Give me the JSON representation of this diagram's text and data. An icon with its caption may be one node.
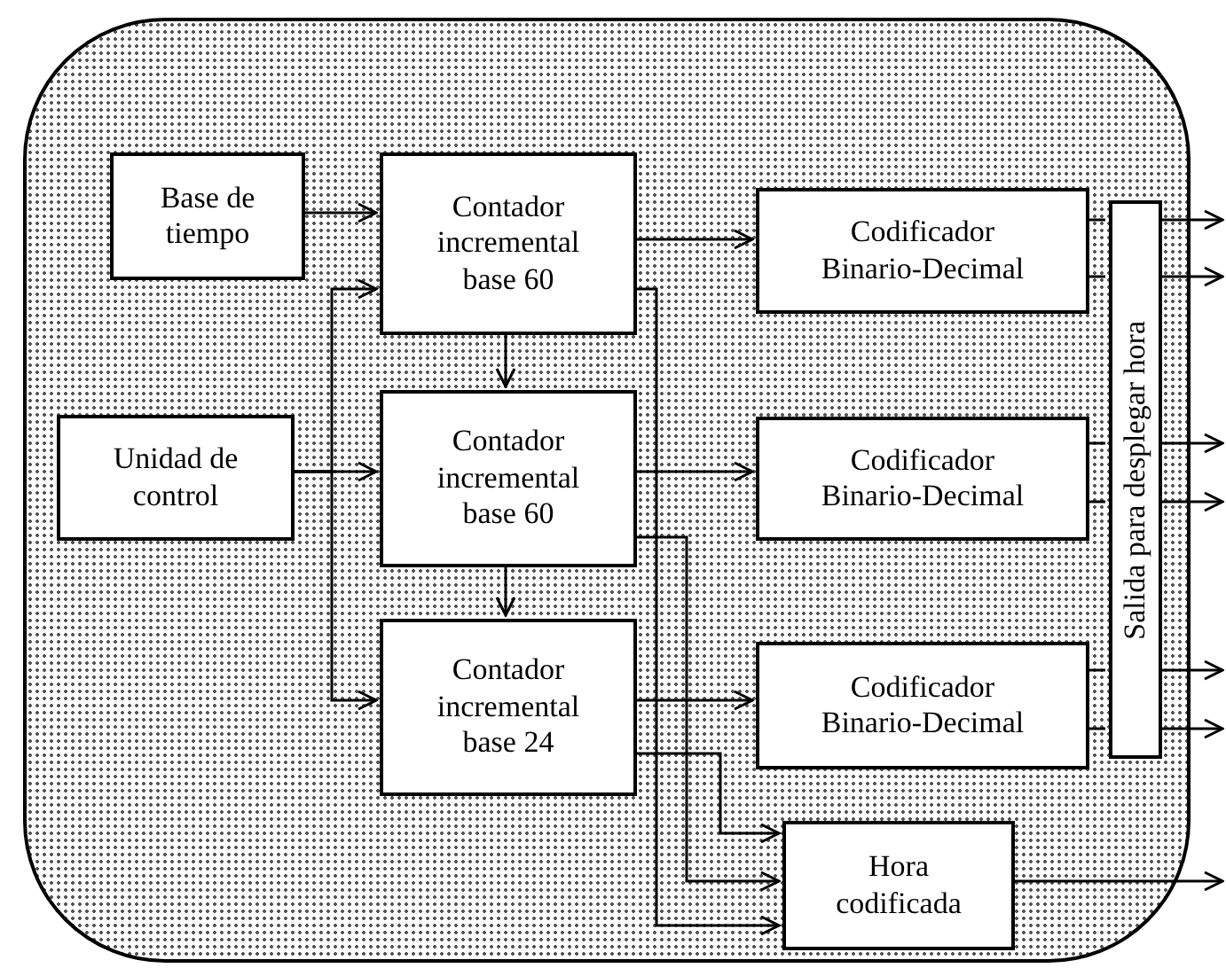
{
  "diagram": {
    "nodes": [
      {
        "text": [],
        "shape": "box"
      },
      {
        "text": [
          "Base de tiempo"
        ],
        "in": 0
      },
      {
        "text": [
          "Contador incremental base 60"
        ],
        "in": 0
      },
      {
        "text": [
          "Codificador Binario-Decimal"
        ],
        "in": 0
      },
      {
        "text": [
          "Salida para desplegar hora"
        ],
        "in": 0
      },
      {
        "text": [
          "Unidad de control"
        ],
        "in": 0
      },
      {
        "text": [
          "Contador incremental base 60"
        ],
        "in": 0
      },
      {
        "text": [
          "Codificador Binario-Decimal"
        ],
        "in": 0
      },
      {
        "text": [
          "Contador incremental base 24"
        ],
        "in": 0
      },
      {
        "text": [
          "Codificador Binario-Decimal"
        ],
        "in": 0
      },
      {
        "text": [
          "Hora codificada"
        ],
        "in": 0
      }
    ],
    "edges": [
      {
        "from": 1,
        "to": 2,
        "arrow": "to"
      },
      {
        "from": 5,
        "to": 2,
        "arrow": "to"
      },
      {
        "from": 5,
        "to": 6,
        "arrow": "to"
      },
      {
        "from": 5,
        "to": 8,
        "arrow": "to"
      },
      {
        "from": 2,
        "to": 6,
        "arrow": "to"
      },
      {
        "from": 6,
        "to": 8,
        "arrow": "to"
      },
      {
        "from": 2,
        "to": 3,
        "arrow": "to"
      },
      {
        "from": 6,
        "to": 7,
        "arrow": "to"
      },
      {
        "from": 8,
        "to": 9,
        "arrow": "to"
      },
      {
        "from": 2,
        "to": 10,
        "arrow": "to"
      },
      {
        "from": 6,
        "to": 10,
        "arrow": "to"
      },
      {
        "from": 8,
        "to": 10,
        "arrow": "to"
      },
      {
        "from": 3,
        "to": 4,
        "arrow": "none"
      },
      {
        "from": 3,
        "to": 4,
        "arrow": "none"
      },
      {
        "from": 7,
        "to": 4,
        "arrow": "none"
      },
      {
        "from": 7,
        "to": 4,
        "arrow": "none"
      },
      {
        "from": 9,
        "to": 4,
        "arrow": "none"
      },
      {
        "from": 9,
        "to": 4,
        "arrow": "none"
      },
      {
        "from": 4,
        "to": null,
        "arrow": "to"
      },
      {
        "from": 4,
        "to": null,
        "arrow": "to"
      },
      {
        "from": 4,
        "to": null,
        "arrow": "to"
      },
      {
        "from": 4,
        "to": null,
        "arrow": "to"
      },
      {
        "from": 4,
        "to": null,
        "arrow": "to"
      },
      {
        "from": 4,
        "to": null,
        "arrow": "to"
      },
      {
        "from": 10,
        "to": null,
        "arrow": "to"
      }
    ]
  }
}
